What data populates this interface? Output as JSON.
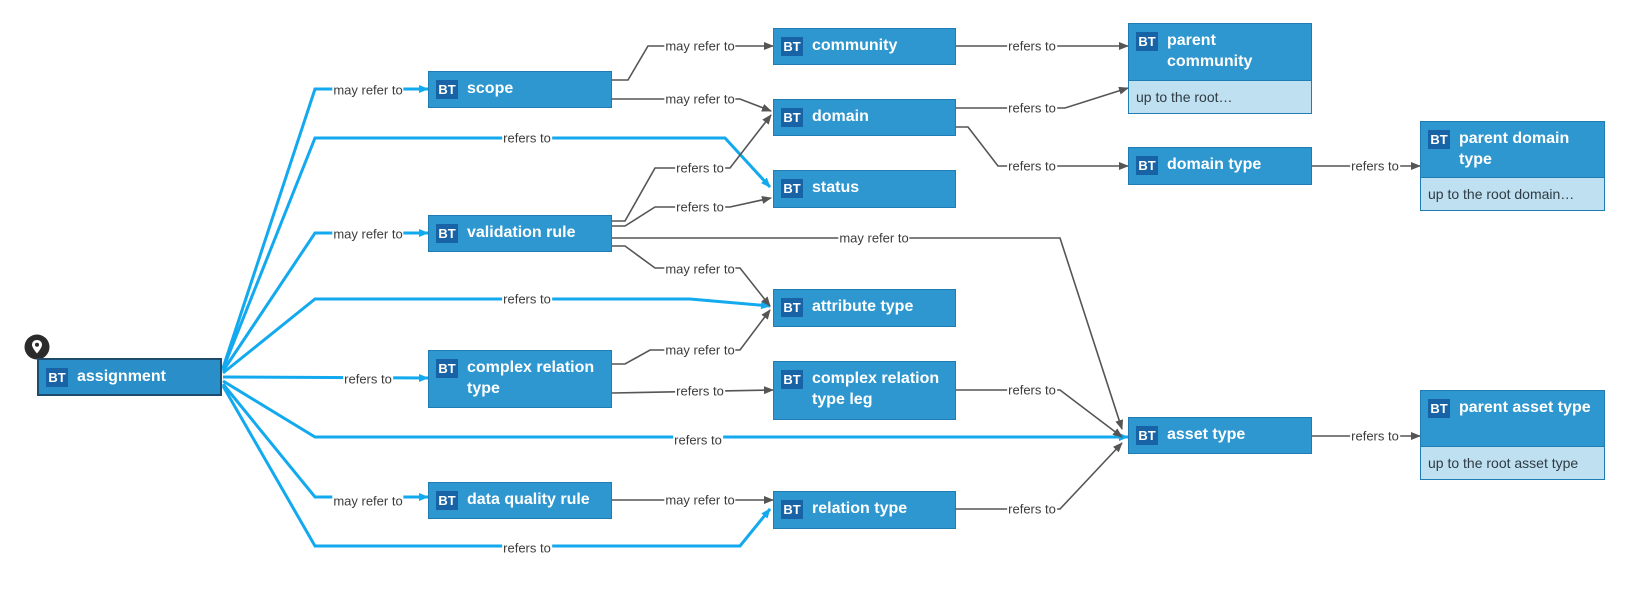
{
  "nodes": {
    "assignment": {
      "badge": "BT",
      "title": "assignment"
    },
    "scope": {
      "badge": "BT",
      "title": "scope"
    },
    "validation_rule": {
      "badge": "BT",
      "title": "validation rule"
    },
    "complex_relation_type": {
      "badge": "BT",
      "title": "complex relation type"
    },
    "data_quality_rule": {
      "badge": "BT",
      "title": "data quality rule"
    },
    "community": {
      "badge": "BT",
      "title": "community"
    },
    "domain": {
      "badge": "BT",
      "title": "domain"
    },
    "status": {
      "badge": "BT",
      "title": "status"
    },
    "attribute_type": {
      "badge": "BT",
      "title": "attribute type"
    },
    "complex_relation_type_leg": {
      "badge": "BT",
      "title": "complex relation type leg"
    },
    "relation_type": {
      "badge": "BT",
      "title": "relation type"
    },
    "parent_community": {
      "badge": "BT",
      "title": "parent community",
      "sub": "up to the root…"
    },
    "domain_type": {
      "badge": "BT",
      "title": "domain type"
    },
    "asset_type": {
      "badge": "BT",
      "title": "asset type"
    },
    "parent_domain_type": {
      "badge": "BT",
      "title": "parent domain type",
      "sub": "up to the root domain…"
    },
    "parent_asset_type": {
      "badge": "BT",
      "title": "parent asset type",
      "sub": "up to the root asset type"
    }
  },
  "edge_labels": {
    "assign_scope": "may refer to",
    "assign_status": "refers to",
    "assign_validation": "may refer to",
    "assign_attribute": "refers to",
    "assign_complex": "refers to",
    "assign_asset": "refers to",
    "assign_dq": "may refer to",
    "assign_relation": "refers to",
    "scope_community": "may refer to",
    "scope_domain": "may refer to",
    "vr_domain": "refers to",
    "vr_status": "refers to",
    "vr_asset": "may refer to",
    "vr_attribute": "may refer to",
    "crt_attribute": "may refer to",
    "crt_leg": "refers to",
    "dq_relation": "may refer to",
    "community_parent": "refers to",
    "domain_parent": "refers to",
    "domain_domaintype": "refers to",
    "domaintype_parent": "refers to",
    "leg_asset": "refers to",
    "relation_asset": "refers to",
    "asset_parent": "refers to"
  },
  "colors": {
    "primary_edge": "#13a9ee",
    "secondary_edge": "#555555",
    "node_fill": "#2f97cf",
    "badge": "#1763a6",
    "sub_fill": "#bfe0f1"
  },
  "icons": {
    "pin": "map-pin-icon"
  }
}
